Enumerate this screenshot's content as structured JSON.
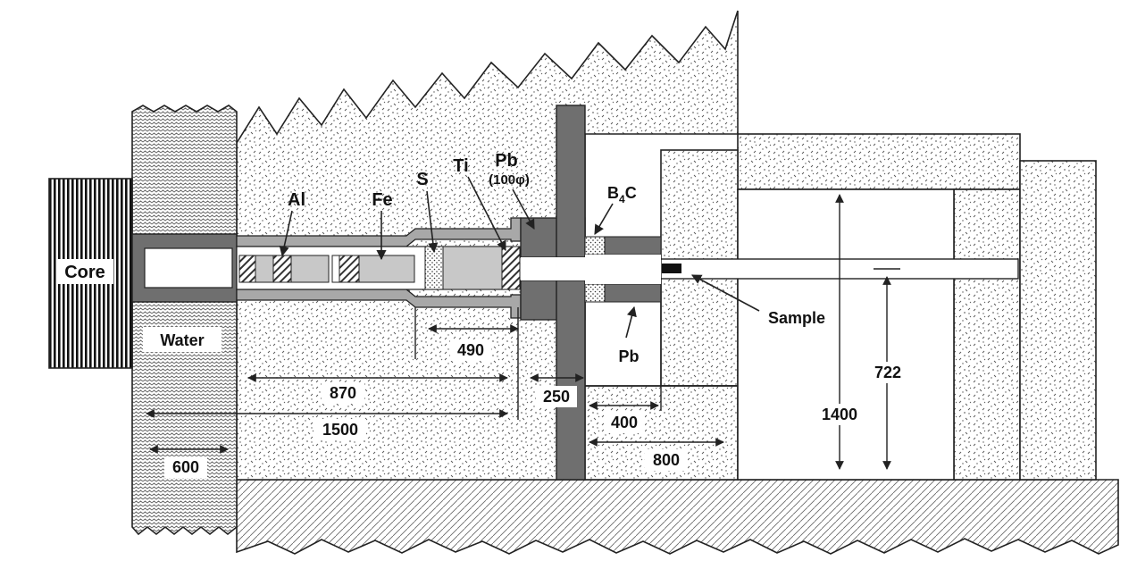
{
  "labels": {
    "core": "Core",
    "water": "Water",
    "al": "Al",
    "fe": "Fe",
    "s": "S",
    "ti": "Ti",
    "pb_top_name": "Pb",
    "pb_top_dia": "(100φ)",
    "b4c_main": "B",
    "b4c_sub": "4",
    "b4c_end": "C",
    "sample": "Sample",
    "pb_bottom": "Pb"
  },
  "dimensions": {
    "d490": "490",
    "d870": "870",
    "d250": "250",
    "d1500": "1500",
    "d400": "400",
    "d600": "600",
    "d800": "800",
    "d1400": "1400",
    "d722": "722"
  },
  "colors": {
    "line": "#222222",
    "dark_gray": "#6f6f6f",
    "mid_gray": "#a8a8a8",
    "light_gray": "#c8c8c8",
    "white": "#ffffff"
  }
}
